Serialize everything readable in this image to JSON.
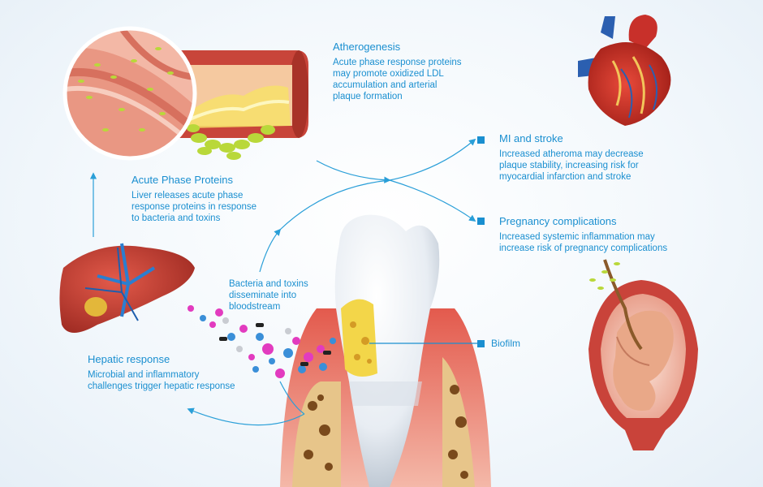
{
  "labels": {
    "atherogenesis": {
      "title": "Atherogenesis",
      "text": "Acute phase response proteins\nmay promote oxidized LDL\naccumulation and arterial\nplaque formation"
    },
    "mi_stroke": {
      "title": "MI and stroke",
      "text": "Increased atheroma may decrease\nplaque stability, increasing risk for\nmyocardial infarction and stroke"
    },
    "pregnancy": {
      "title": "Pregnancy complications",
      "text": "Increased systemic inflammation may\nincrease risk of pregnancy complications"
    },
    "acute_phase": {
      "title": "Acute Phase Proteins",
      "text": "Liver releases acute phase\nresponse proteins in response\nto bacteria and toxins"
    },
    "bloodstream": {
      "text": "Bacteria and toxins\ndisseminate into\nbloodstream"
    },
    "hepatic": {
      "title": "Hepatic response",
      "text": "Microbial and inflammatory\nchallenges trigger hepatic response"
    },
    "biofilm": {
      "title": "Biofilm"
    }
  },
  "colors": {
    "accent": "#1a8fd0",
    "arrow": "#2a9fd8",
    "tissue_red": "#c9302c",
    "bacteria_green": "#b9d83a"
  },
  "icons": [
    "artery-illustration",
    "heart-illustration",
    "liver-illustration",
    "tooth-illustration",
    "fetus-illustration",
    "bacteria-dots"
  ]
}
